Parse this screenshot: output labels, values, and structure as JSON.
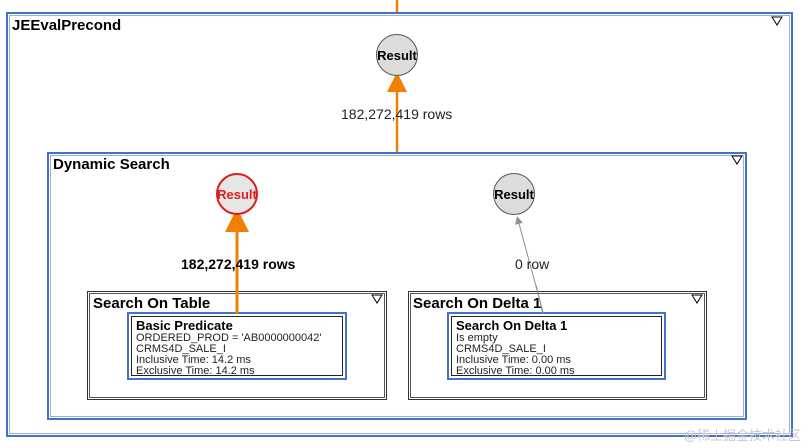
{
  "outer": {
    "title": "JEEvalPrecond",
    "result_label": "Result",
    "rows_label": "182,272,419 rows"
  },
  "dynamic": {
    "title": "Dynamic Search",
    "left_result": "Result",
    "right_result": "Result",
    "left_rows": "182,272,419 rows",
    "right_rows": "0 row"
  },
  "table_search": {
    "title": "Search On Table",
    "op": {
      "title": "Basic Predicate",
      "lines": [
        "ORDERED_PROD = 'AB0000000042'",
        "CRMS4D_SALE_I",
        "Inclusive Time: 14.2 ms",
        "Exclusive Time: 14.2 ms"
      ]
    }
  },
  "delta_search": {
    "title": "Search On Delta 1",
    "op": {
      "title": "Search On Delta 1",
      "lines": [
        "Is empty",
        "CRMS4D_SALE_I",
        "Inclusive Time: 0.00 ms",
        "Exclusive Time: 0.00 ms"
      ]
    }
  },
  "watermark": "@稀土掘金技术社区",
  "colors": {
    "border_blue": "#4472c4",
    "edge_orange": "#f08000",
    "edge_gray": "#909090",
    "result_red": "#e11c1c"
  },
  "icons": [
    "collapse-triangle-icon",
    "arrow-up-icon"
  ]
}
